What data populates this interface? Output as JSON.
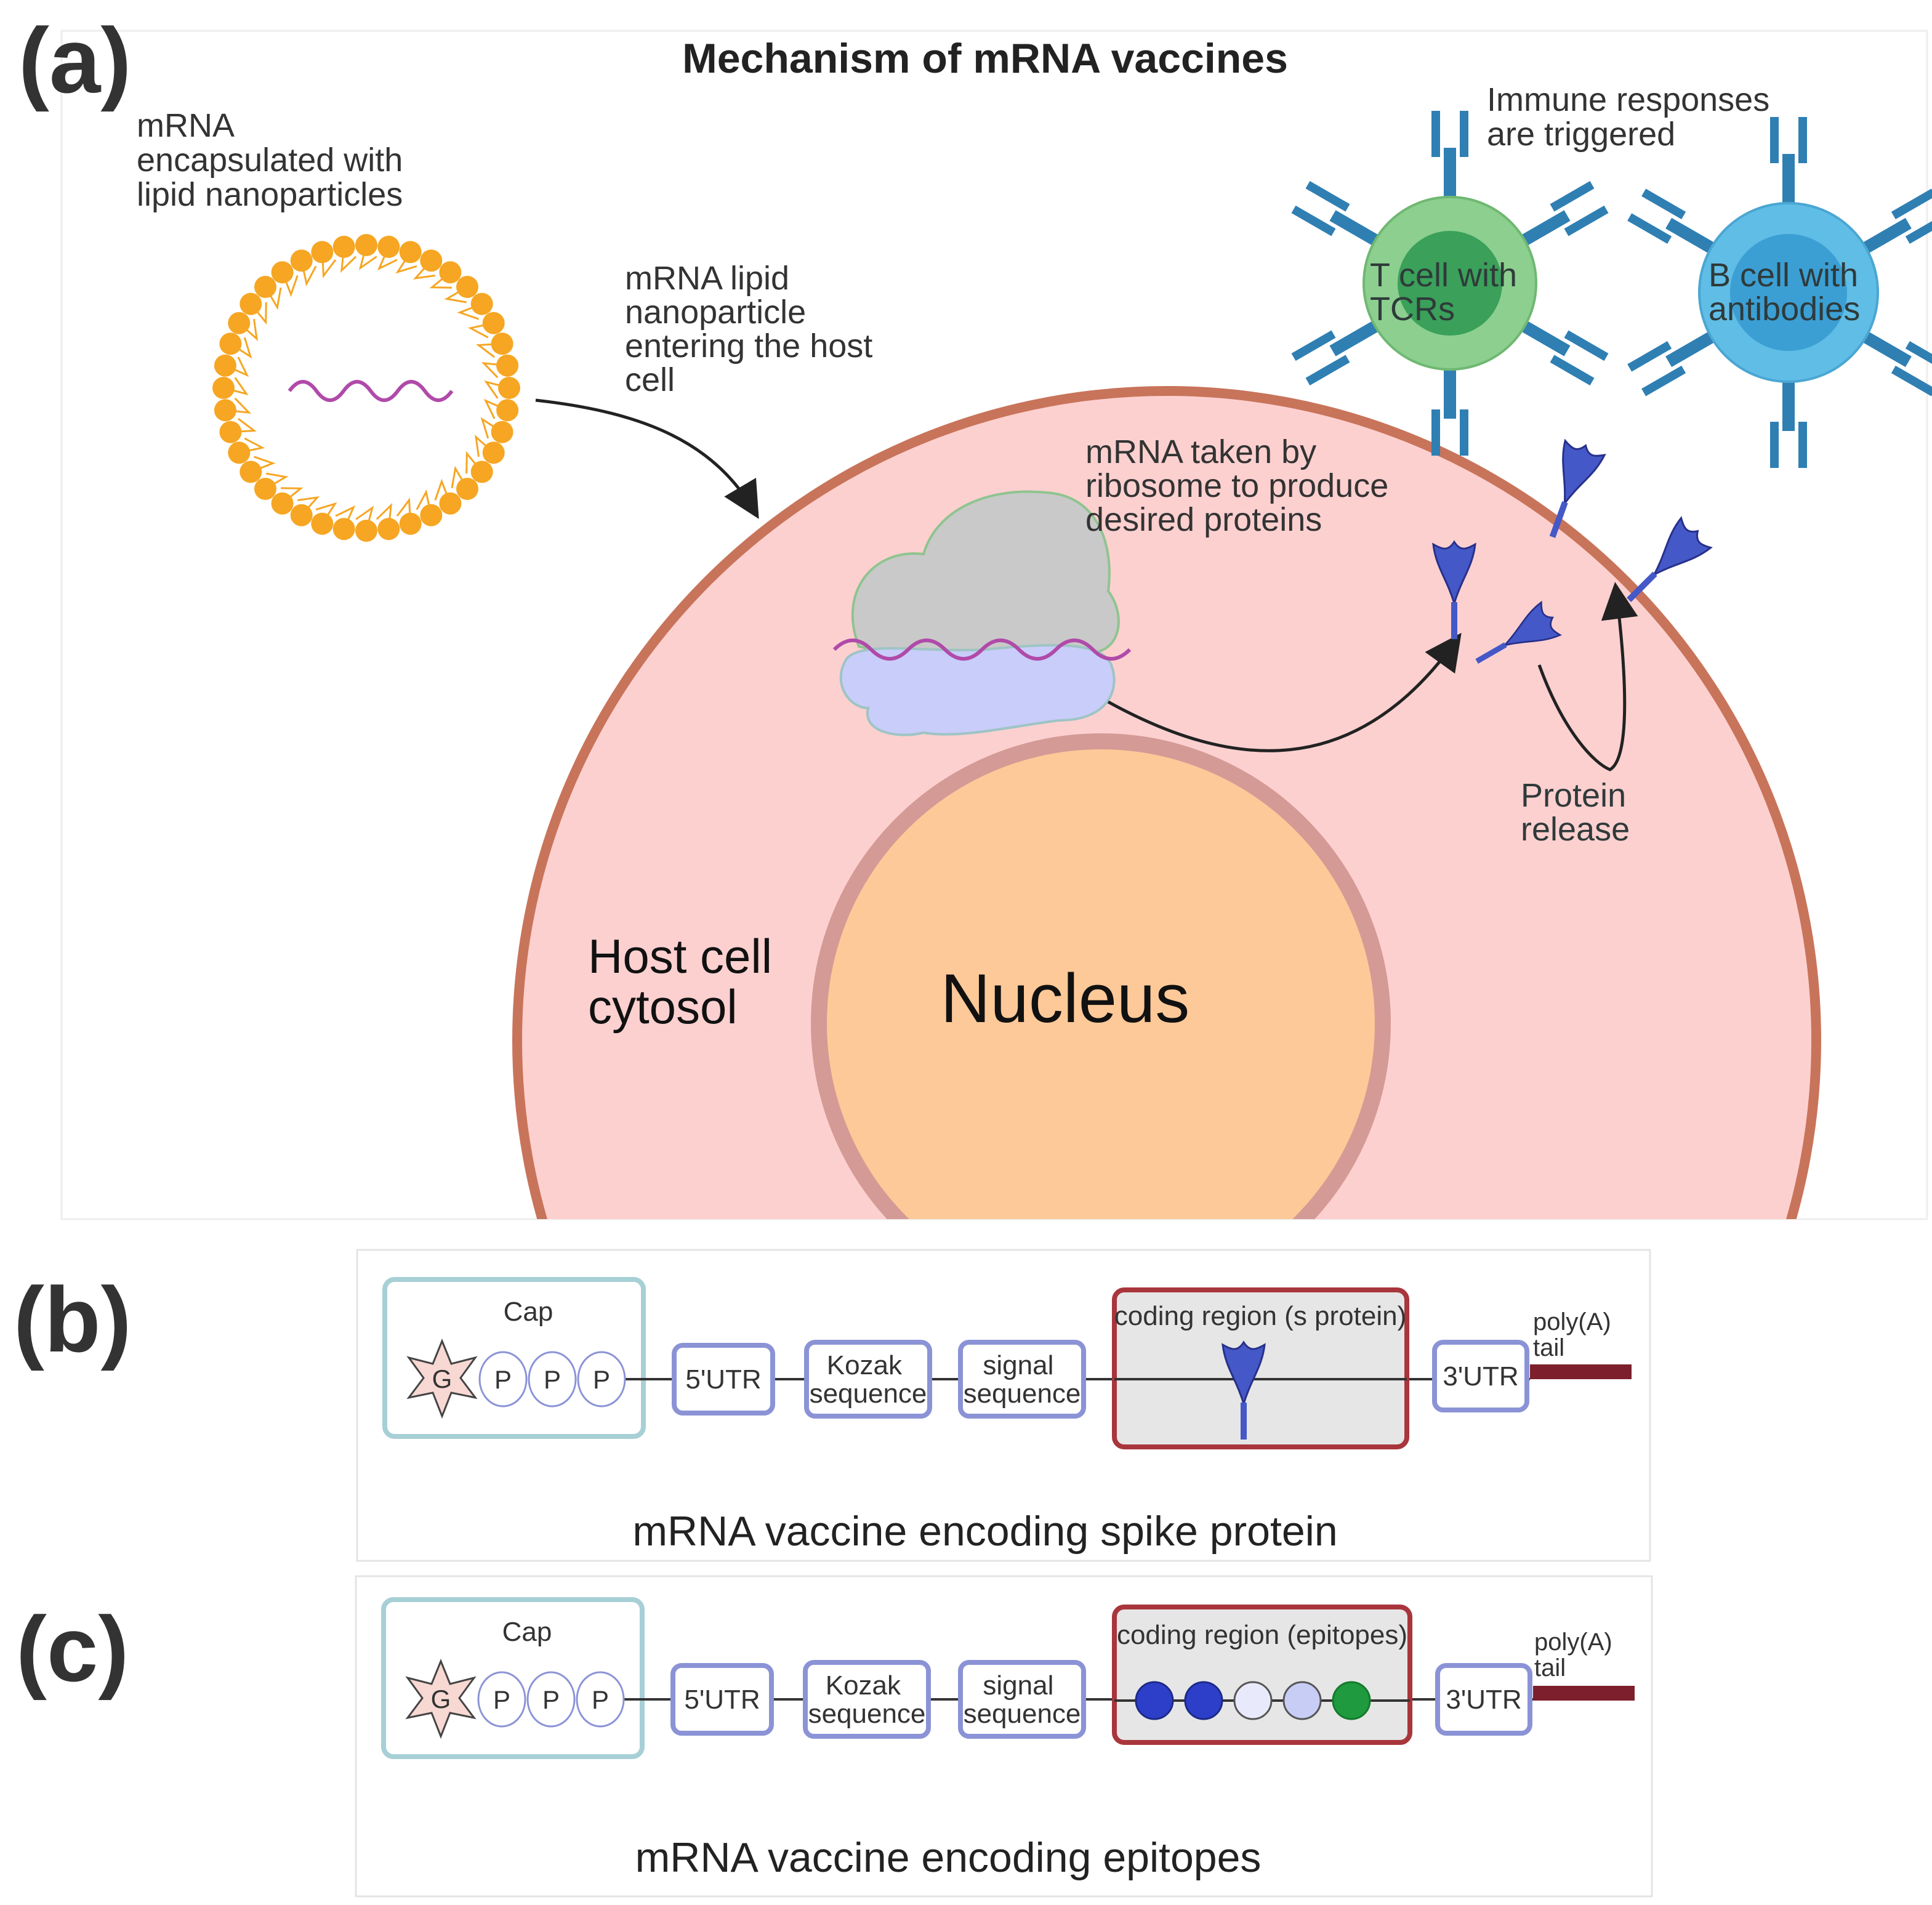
{
  "panel_a": {
    "letter": "(a)",
    "title": "Mechanism of mRNA vaccines",
    "lnp_label": [
      "mRNA",
      "encapsulated with",
      "lipid nanoparticles"
    ],
    "entering_label": [
      "mRNA lipid",
      "nanoparticle",
      "entering the host",
      "cell"
    ],
    "ribosome_label": [
      "mRNA taken by",
      "ribosome to produce",
      "desired proteins"
    ],
    "immune_label": [
      "Immune responses",
      "are triggered"
    ],
    "t_cell_label": [
      "T cell with",
      "TCRs"
    ],
    "b_cell_label": [
      "B cell with",
      "antibodies"
    ],
    "release_label": [
      "Protein",
      "release"
    ],
    "cytosol_label": [
      "Host cell",
      "cytosol"
    ],
    "nucleus_label": "Nucleus"
  },
  "panel_b": {
    "letter": "(b)",
    "cap": "Cap",
    "g": "G",
    "p": "P",
    "utr5": "5'UTR",
    "kozak": [
      "Kozak",
      "sequence"
    ],
    "signal": [
      "signal",
      "sequence"
    ],
    "coding": "coding region (s protein)",
    "utr3": "3'UTR",
    "polya": [
      "poly(A)",
      "tail"
    ],
    "caption": "mRNA vaccine encoding spike protein"
  },
  "panel_c": {
    "letter": "(c)",
    "cap": "Cap",
    "g": "G",
    "p": "P",
    "utr5": "5'UTR",
    "kozak": [
      "Kozak",
      "sequence"
    ],
    "signal": [
      "signal",
      "sequence"
    ],
    "coding": "coding region (epitopes)",
    "utr3": "3'UTR",
    "polya": [
      "poly(A)",
      "tail"
    ],
    "caption": "mRNA vaccine encoding epitopes"
  },
  "colors": {
    "cell_fill": "#fdd0d0",
    "cell_membrane": "#c8745a",
    "nucleus_fill": "#fdc998",
    "lipid": "#f6a623",
    "mrna": "#b04aa9",
    "protein": "#4558c7",
    "t_cell": "#8ccf8f",
    "b_cell": "#5fbde6",
    "receptor": "#2f7fb3",
    "coding_border": "#a8363c",
    "utr_border": "#8b93d6",
    "cap_border": "#a7cfd6",
    "polya_tail": "#7d1f2c"
  }
}
